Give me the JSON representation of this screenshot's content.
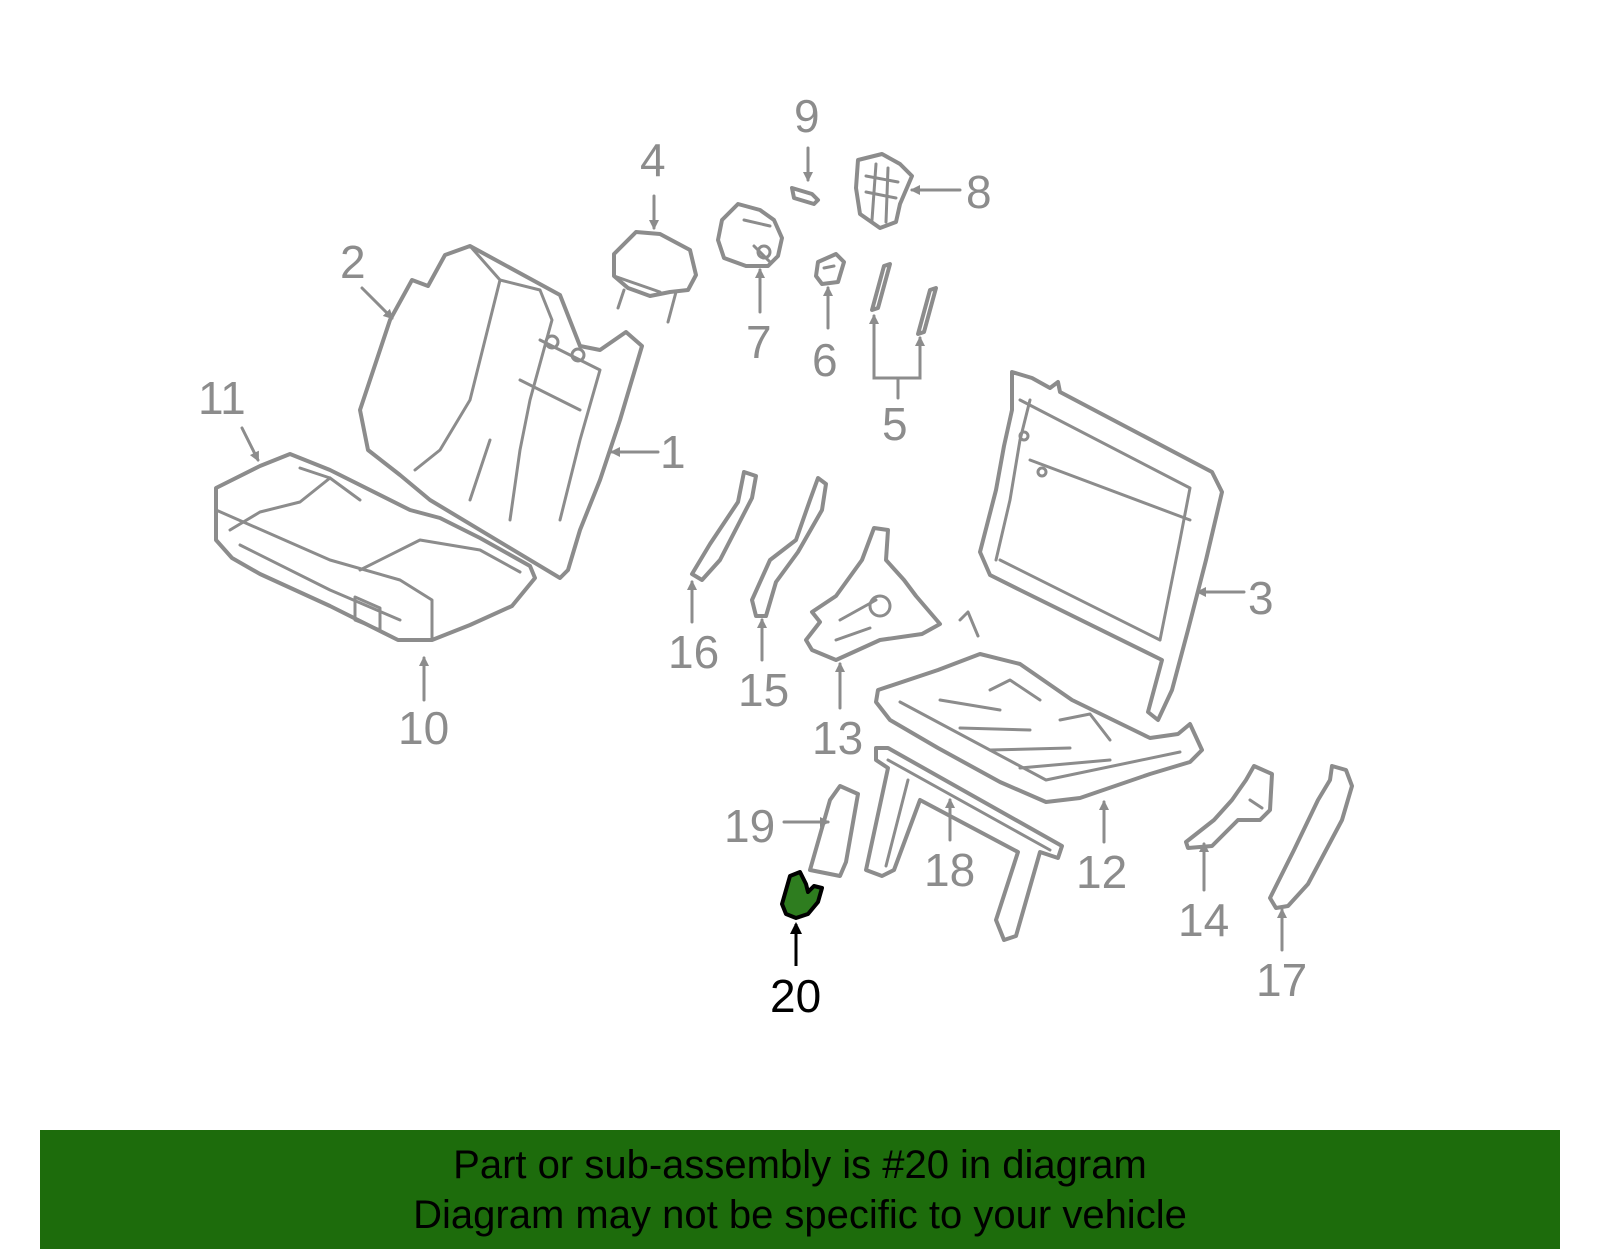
{
  "diagram": {
    "highlighted_part": "20",
    "labels": {
      "l1": "1",
      "l2": "2",
      "l3": "3",
      "l4": "4",
      "l5": "5",
      "l6": "6",
      "l7": "7",
      "l8": "8",
      "l9": "9",
      "l10": "10",
      "l11": "11",
      "l12": "12",
      "l13": "13",
      "l14": "14",
      "l15": "15",
      "l16": "16",
      "l17": "17",
      "l18": "18",
      "l19": "19",
      "l20": "20"
    },
    "colors": {
      "part_outline": "#8c8c8c",
      "highlight_fill": "#2e7d1f",
      "banner_background": "#1d6c0c"
    }
  },
  "banner": {
    "line1": "Part or sub-assembly is #20 in diagram",
    "line2": "Diagram may not be specific to your vehicle"
  }
}
